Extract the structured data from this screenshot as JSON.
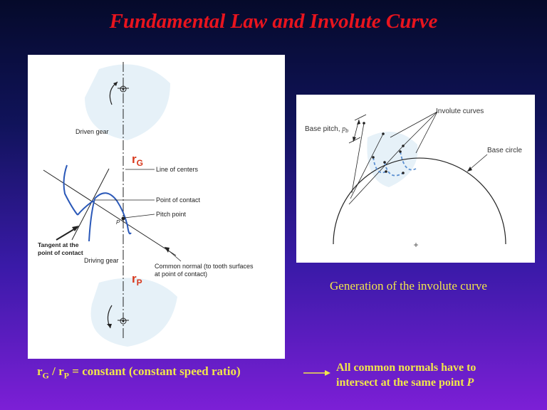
{
  "slide": {
    "title": "Fundamental Law and Involute Curve",
    "colors": {
      "title": "#e8141e",
      "caption": "#f2e64a",
      "radius_label": "#d8381c"
    }
  },
  "left_figure": {
    "driven_gear": "Driven gear",
    "driving_gear": "Driving gear",
    "line_of_centers": "Line of centers",
    "point_of_contact": "Point of contact",
    "pitch_point": "Pitch point",
    "p_label": "P",
    "tangent_line1": "Tangent at the",
    "tangent_line2": "point of contact",
    "common_normal_line1": "Common normal (to tooth surfaces",
    "common_normal_line2": "at point of contact)",
    "rg": {
      "base": "r",
      "sub": "G"
    },
    "rp": {
      "base": "r",
      "sub": "P"
    }
  },
  "right_figure": {
    "involute_curves": "Involute curves",
    "base_pitch": "Base pitch,",
    "base_pitch_symbol": "p",
    "base_pitch_sub": "b",
    "base_circle": "Base circle",
    "center_mark": "+"
  },
  "caption_right": "Generation of the involute curve",
  "equation": {
    "r1": "r",
    "s1": "G",
    "slash": " / ",
    "r2": "r",
    "s2": "P",
    "rest": " = constant (constant speed ratio)"
  },
  "note": {
    "line1": "All common normals have to",
    "line2_prefix": "intersect at the same point ",
    "line2_point": "P"
  }
}
